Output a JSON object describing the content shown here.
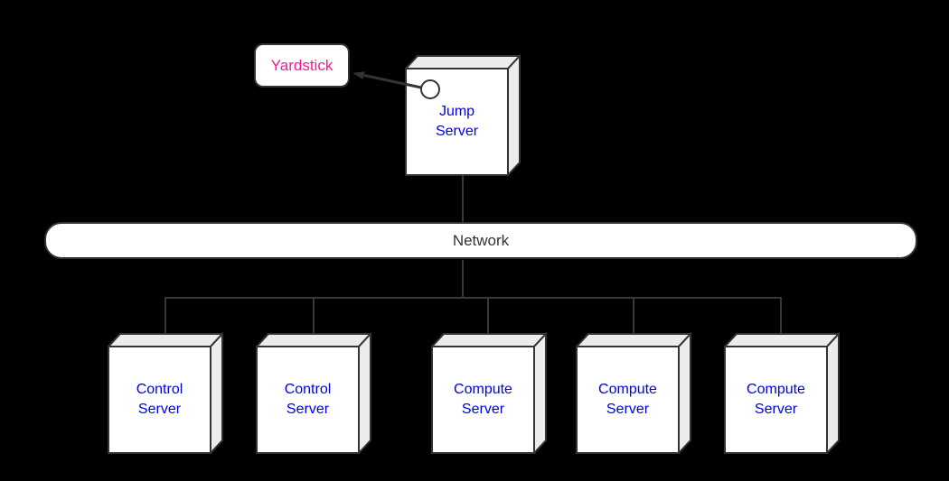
{
  "diagram": {
    "type": "network-topology",
    "background": "#000000",
    "nodes": {
      "yardstick": {
        "label": "Yardstick",
        "text_color": "#ff1493",
        "shape": "rounded-box"
      },
      "jump_server": {
        "label": "Jump\nServer",
        "text_color": "#0000e6",
        "shape": "box3d",
        "port": "circle"
      },
      "network": {
        "label": "Network",
        "text_color": "#333333",
        "shape": "pill"
      },
      "servers": [
        {
          "label": "Control\nServer",
          "text_color": "#0000e6",
          "shape": "box3d"
        },
        {
          "label": "Control\nServer",
          "text_color": "#0000e6",
          "shape": "box3d"
        },
        {
          "label": "Compute\nServer",
          "text_color": "#0000e6",
          "shape": "box3d"
        },
        {
          "label": "Compute\nServer",
          "text_color": "#0000e6",
          "shape": "box3d"
        },
        {
          "label": "Compute\nServer",
          "text_color": "#0000e6",
          "shape": "box3d"
        }
      ]
    },
    "edges": [
      {
        "from": "Jump Server",
        "to": "Yardstick",
        "style": "arrow"
      },
      {
        "from": "Jump Server",
        "to": "Network",
        "style": "line"
      },
      {
        "from": "Network",
        "to": "Control Server 1",
        "style": "line"
      },
      {
        "from": "Network",
        "to": "Control Server 2",
        "style": "line"
      },
      {
        "from": "Network",
        "to": "Compute Server 1",
        "style": "line"
      },
      {
        "from": "Network",
        "to": "Compute Server 2",
        "style": "line"
      },
      {
        "from": "Network",
        "to": "Compute Server 3",
        "style": "line"
      }
    ],
    "colors": {
      "node_fill": "#ffffff",
      "face_fill": "#ececec",
      "stroke": "#333333",
      "edge_line": "#383838"
    }
  }
}
